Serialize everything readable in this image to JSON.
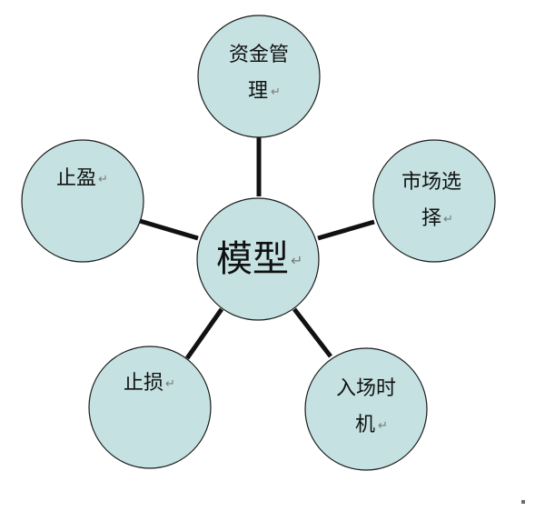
{
  "diagram": {
    "center": {
      "label": "模型",
      "mark": "↵"
    },
    "nodes": [
      {
        "id": "fund-management",
        "lines": [
          "资金管",
          "理"
        ],
        "mark": "↵"
      },
      {
        "id": "market-selection",
        "lines": [
          "市场选",
          "择"
        ],
        "mark": "↵"
      },
      {
        "id": "entry-timing",
        "lines": [
          "入场时",
          "机"
        ],
        "mark": "↵"
      },
      {
        "id": "stop-loss",
        "lines": [
          "止损"
        ],
        "mark": "↵"
      },
      {
        "id": "take-profit",
        "lines": [
          "止盈"
        ],
        "mark": "↵"
      }
    ]
  },
  "colors": {
    "node_fill": "#c5e1e1",
    "node_stroke": "#1a1a1a",
    "connector": "#111111",
    "text": "#111111",
    "para_mark": "#7a7a7a"
  }
}
